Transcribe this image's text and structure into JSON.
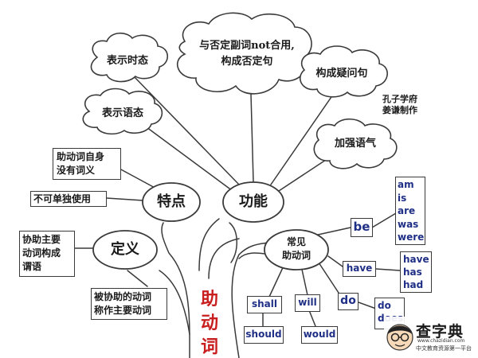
{
  "center": {
    "chars": [
      "助",
      "动",
      "词"
    ]
  },
  "ovals": {
    "features": "特点",
    "function": "功能",
    "definition": "定义",
    "common": [
      "常见",
      "助动词"
    ]
  },
  "clouds": {
    "tense": "表示时态",
    "voice": "表示语态",
    "negation": [
      "与否定副词not合用,",
      "构成否定句"
    ],
    "question": "构成疑问句",
    "emphasis": "加强语气"
  },
  "feature_notes": {
    "no_meaning": [
      "助动词自身",
      "没有词义"
    ],
    "not_alone": "不可单独使用"
  },
  "definition_notes": {
    "assist": [
      "协助主要",
      "动词构成",
      "谓语"
    ],
    "assisted": [
      "被协助的动词",
      "称作主要动词"
    ]
  },
  "verbs": {
    "be": "be",
    "be_forms": [
      "am",
      "is",
      "are",
      "was",
      "were"
    ],
    "have": "have",
    "have_forms": [
      "have",
      "has",
      "had"
    ],
    "do": "do",
    "do_forms": [
      "do",
      "does"
    ],
    "shall": "shall",
    "should": "should",
    "will": "will",
    "would": "would"
  },
  "credit": [
    "孔子学府",
    "姜谦制作"
  ],
  "logo": {
    "name": "查字典",
    "tagline": "中文教育资源第一平台",
    "url": "www.chazidian.com"
  },
  "colors": {
    "text_blue": "#1f2f86",
    "trunk_red": "#c81e1e",
    "line": "#3a3a3a"
  }
}
